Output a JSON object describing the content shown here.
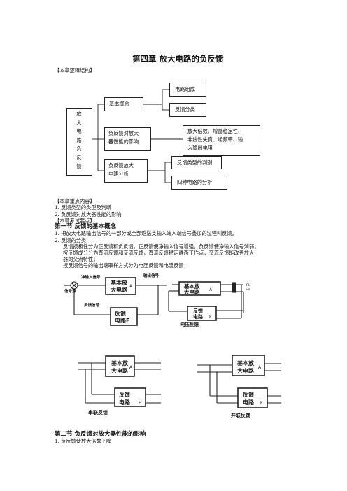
{
  "title": "第四章  放大电路的负反馈",
  "logic_heading": "【本章逻辑结构】",
  "mindmap": {
    "root_chars": [
      "放",
      "大",
      "电",
      "路",
      "负",
      "反",
      "馈"
    ],
    "nodes": {
      "basic_concept": "基本概念",
      "circuit_composition": "电路组成",
      "feedback_types": "反馈分类",
      "influence_line1": "负反馈对放大",
      "influence_line2": "器性能的影响",
      "effects_line1": "放大倍数、增益稳定性、",
      "effects_line2": "非线性失真、通频带、输",
      "effects_line3": "入输出电阻",
      "analysis_line1": "负反馈放大",
      "analysis_line2": "电路分析",
      "type_judgment": "反馈类型的判别",
      "four_circuits": "四种电路的分析"
    }
  },
  "key_points_heading": "【本章重点内容】",
  "key_points": [
    "1.  反馈类型的类型及判断",
    "2.  负反馈对放大器性能的影响"
  ],
  "exam_points_heading": "【本章考试要点】",
  "section1": {
    "heading": "第一节      反馈的基本概念",
    "item1": "1.  把放大电路输出信号的一部分或全部返送支输入端入端信号叠加的过程叫反馈。",
    "item2": "2.  反馈的分类",
    "para1": "反馈按极性分为正反馈和负反馈，正反馈使净输入信号增强，负反馈使净输入信号消弱；",
    "para2": "按反馈成分分为直流反馈和交流反馈，直流反馈稳定静态工作点，交流反馈能改善放大",
    "para3": "器的交流特性；",
    "para4": "按反馈信号的输出端取样方式分为电压反馈和电流反馈；"
  },
  "diagrams": {
    "net_input_signal": "净输入信号",
    "output_signal": "输出信号",
    "signal_source": "信号源",
    "feedback_signal": "反馈信号",
    "amp_line1": "基本放",
    "amp_line2": "大电路",
    "amp_suffix": "A",
    "fb_line1": "反馈",
    "fb_line2": "电路F",
    "fb_short2": "电路",
    "fb_suffix": "F",
    "rl": "RL",
    "vo": "vo",
    "voltage_feedback": "电压反馈",
    "series_feedback": "串联反馈",
    "parallel_feedback": "并联反馈"
  },
  "section2": {
    "heading": "第二节      负反馈对放大器性能的影响",
    "item1": "1.  负反馈使放大倍数下降"
  }
}
